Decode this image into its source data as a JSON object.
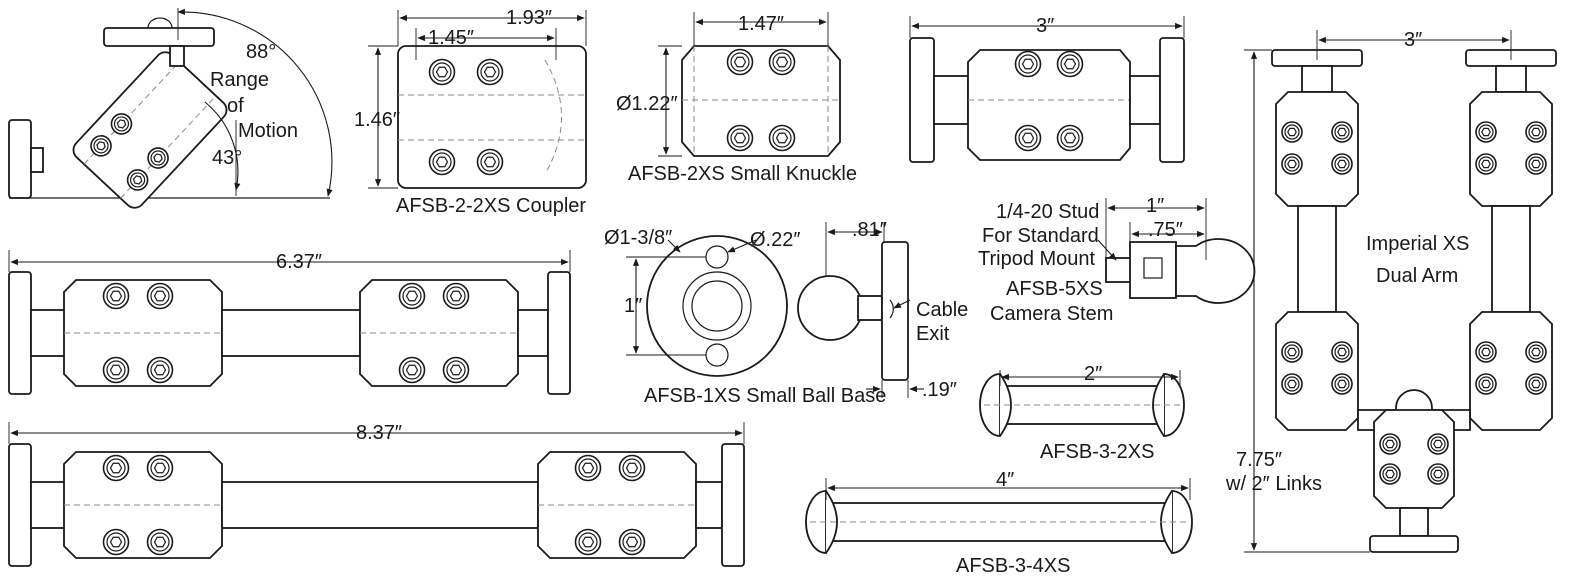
{
  "parts": {
    "coupler": {
      "name": "AFSB-2-2XS Coupler",
      "dim_overall": "1.93″",
      "dim_inner": "1.45″",
      "dim_height": "1.46″"
    },
    "knuckle": {
      "name": "AFSB-2XS Small Knuckle",
      "dim_width": "1.47″",
      "dim_dia": "Ø1.22″"
    },
    "short_arm": {
      "dim_width": "3″"
    },
    "motion": {
      "angle_top": "88°",
      "angle_bottom": "43°",
      "label_l1": "Range",
      "label_l2": "of",
      "label_l3": "Motion"
    },
    "arm_6": {
      "dim_length": "6.37″"
    },
    "arm_8": {
      "dim_length": "8.37″"
    },
    "ball_base": {
      "name": "AFSB-1XS Small Ball Base",
      "dim_flange_dia": "Ø1-3/8″",
      "dim_hole_dia": "Ø.22″",
      "dim_hole_spacing": "1″",
      "dim_height": ".81″",
      "dim_thickness": ".19″",
      "cable_l1": "Cable",
      "cable_l2": "Exit"
    },
    "camera_stem": {
      "name_l1": "AFSB-5XS",
      "name_l2": "Camera Stem",
      "stud_l1": "1/4-20 Stud",
      "stud_l2": "For Standard",
      "stud_l3": "Tripod Mount",
      "dim_overall": "1″",
      "dim_inner": ".75″"
    },
    "link_2": {
      "name": "AFSB-3-2XS",
      "dim_length": "2″"
    },
    "link_4": {
      "name": "AFSB-3-4XS",
      "dim_length": "4″"
    },
    "dual_arm": {
      "name_l1": "Imperial XS",
      "name_l2": "Dual Arm",
      "dim_spacing": "3″",
      "dim_height_l1": "7.75″",
      "dim_height_l2": "w/ 2″ Links"
    }
  }
}
